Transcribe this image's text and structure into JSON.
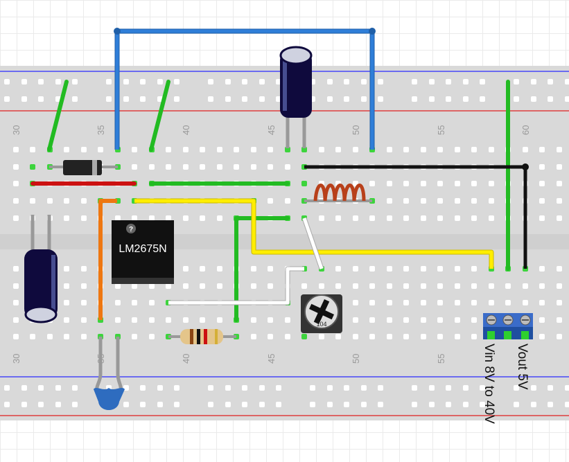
{
  "board": {
    "column_numbers": [
      "30",
      "35",
      "40",
      "45",
      "50",
      "55",
      "60"
    ],
    "colors": {
      "board": "#d9d9d9",
      "rail_blue": "#2a2aff",
      "rail_red": "#e02020",
      "hole": "#ffffff",
      "hole_connected": "#3dd43d"
    }
  },
  "components": {
    "chip_label": "LM2675N",
    "chip_help_mark": "?",
    "trimmer_marking": "104",
    "terminal_label_vin": "Vin 8V to 40V",
    "terminal_label_vout": "Vout 5V"
  },
  "wire_colors": {
    "blue": "#2f7ed8",
    "green": "#22bb22",
    "yellow": "#ffee00",
    "black": "#111111",
    "white": "#ffffff",
    "red": "#cc1111",
    "orange": "#ee7711",
    "grey": "#999999"
  },
  "icons": [
    "electrolytic-capacitor-icon",
    "diode-icon",
    "inductor-icon",
    "resistor-icon",
    "potentiometer-icon",
    "ceramic-capacitor-icon",
    "screw-terminal-icon",
    "ic-chip-icon"
  ]
}
